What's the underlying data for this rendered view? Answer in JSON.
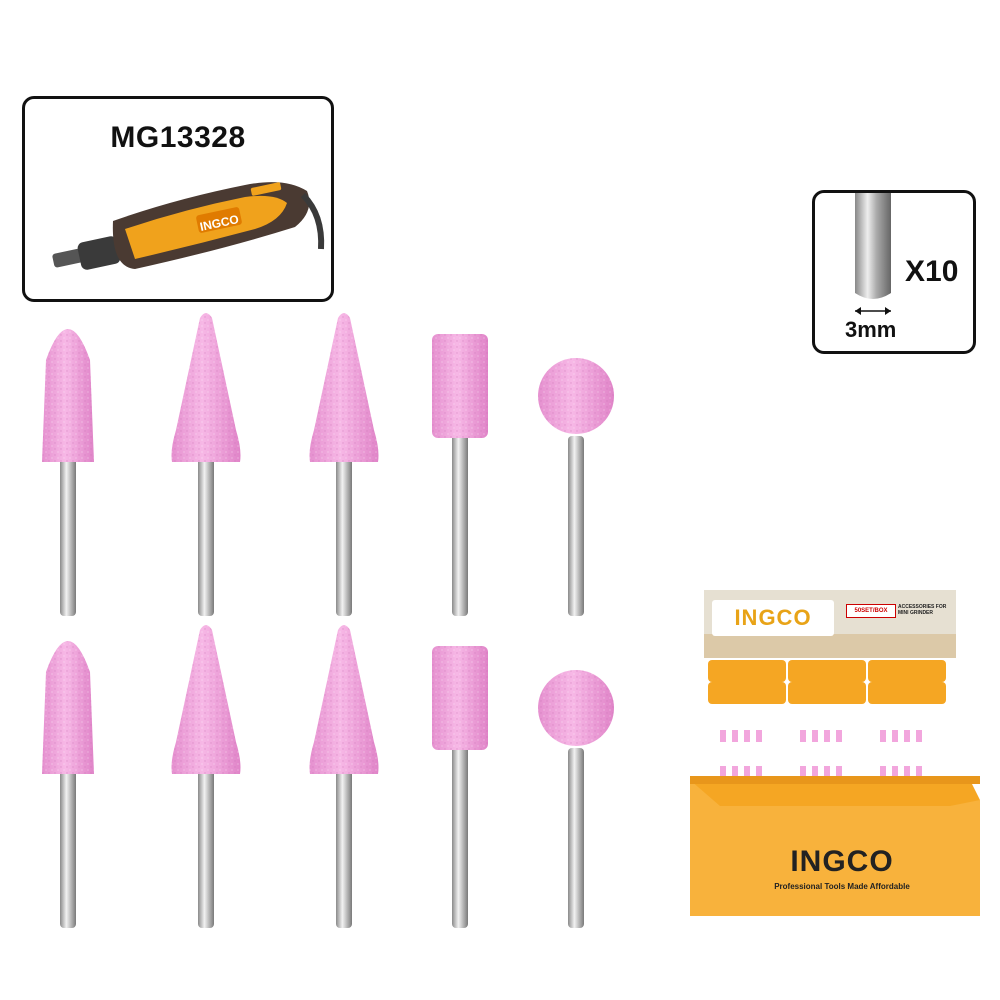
{
  "tool_panel": {
    "model": "MG13328",
    "tool_brand": "INGCO"
  },
  "spec_panel": {
    "quantity": "X10",
    "shank_diameter": "3mm"
  },
  "display_box": {
    "top_brand": "INGCO",
    "top_badge": "50SET/BOX",
    "top_desc": "ACCESSORIES FOR MINI GRINDER",
    "brand": "INGCO",
    "slogan": "Professional Tools Made Affordable"
  },
  "colors": {
    "stone": "#f2a6dd",
    "shank": "#c8c8c8",
    "box": "#f5a623",
    "tool_orange": "#f0a21c",
    "tool_grey": "#4a3a32"
  },
  "products": {
    "rows": 2,
    "shapes": [
      "bullet",
      "cone",
      "cone",
      "cylinder",
      "ball"
    ]
  }
}
